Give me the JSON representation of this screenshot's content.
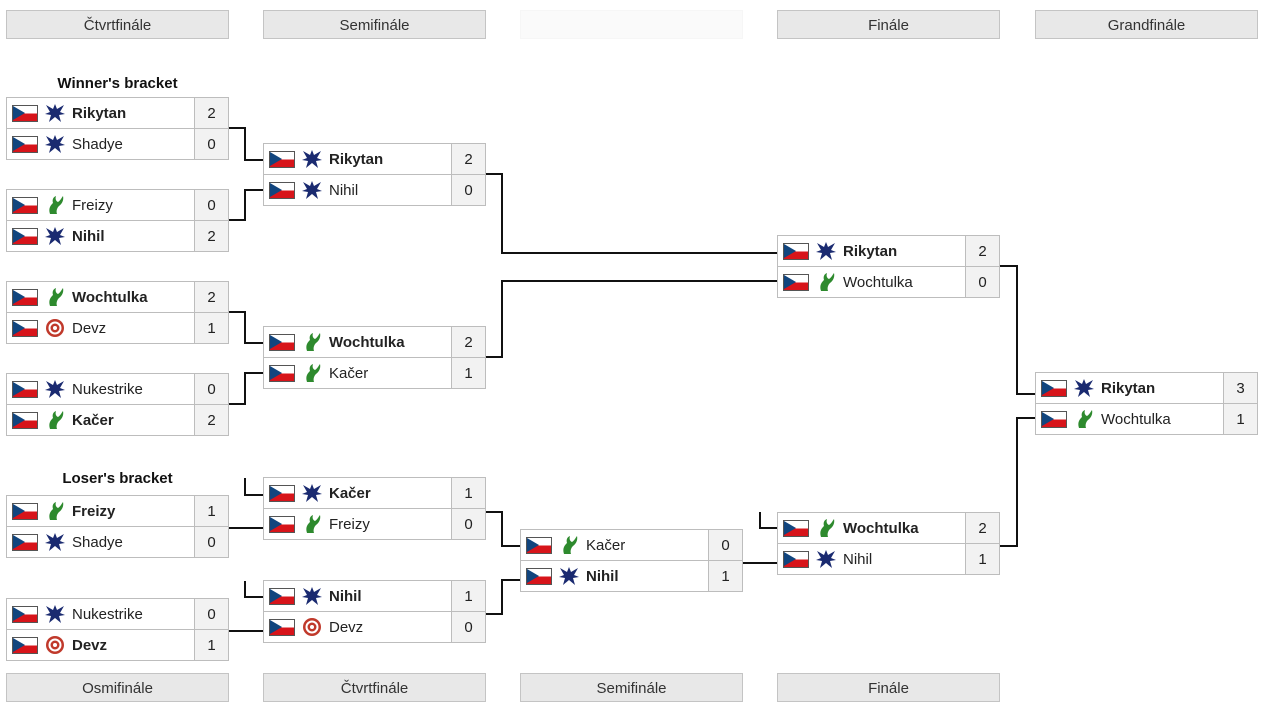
{
  "headers_top": [
    "Čtvrtfinále",
    "Semifinále",
    "",
    "Finále",
    "Grandfinále"
  ],
  "headers_bottom": [
    "Osmifinále",
    "Čtvrtfinále",
    "Semifinále",
    "Finále"
  ],
  "labels": {
    "winners": "Winner's bracket",
    "losers": "Loser's bracket"
  },
  "colors": {
    "terran": "#1a2a70",
    "protoss": "#2e8a2e",
    "zerg": "#c0392b"
  },
  "matches": {
    "wb_qf1": [
      {
        "name": "Rikytan",
        "race": "terran",
        "score": "2",
        "win": true
      },
      {
        "name": "Shadye",
        "race": "terran",
        "score": "0",
        "win": false
      }
    ],
    "wb_qf2": [
      {
        "name": "Freizy",
        "race": "protoss",
        "score": "0",
        "win": false
      },
      {
        "name": "Nihil",
        "race": "terran",
        "score": "2",
        "win": true
      }
    ],
    "wb_qf3": [
      {
        "name": "Wochtulka",
        "race": "protoss",
        "score": "2",
        "win": true
      },
      {
        "name": "Devz",
        "race": "zerg",
        "score": "1",
        "win": false
      }
    ],
    "wb_qf4": [
      {
        "name": "Nukestrike",
        "race": "terran",
        "score": "0",
        "win": false
      },
      {
        "name": "Kačer",
        "race": "protoss",
        "score": "2",
        "win": true
      }
    ],
    "wb_sf1": [
      {
        "name": "Rikytan",
        "race": "terran",
        "score": "2",
        "win": true
      },
      {
        "name": "Nihil",
        "race": "terran",
        "score": "0",
        "win": false
      }
    ],
    "wb_sf2": [
      {
        "name": "Wochtulka",
        "race": "protoss",
        "score": "2",
        "win": true
      },
      {
        "name": "Kačer",
        "race": "protoss",
        "score": "1",
        "win": false
      }
    ],
    "wb_final": [
      {
        "name": "Rikytan",
        "race": "terran",
        "score": "2",
        "win": true
      },
      {
        "name": "Wochtulka",
        "race": "protoss",
        "score": "0",
        "win": false
      }
    ],
    "grand_final": [
      {
        "name": "Rikytan",
        "race": "terran",
        "score": "3",
        "win": true
      },
      {
        "name": "Wochtulka",
        "race": "protoss",
        "score": "1",
        "win": false
      }
    ],
    "lb_r1a": [
      {
        "name": "Freizy",
        "race": "protoss",
        "score": "1",
        "win": true
      },
      {
        "name": "Shadye",
        "race": "terran",
        "score": "0",
        "win": false
      }
    ],
    "lb_r1b": [
      {
        "name": "Nukestrike",
        "race": "terran",
        "score": "0",
        "win": false
      },
      {
        "name": "Devz",
        "race": "zerg",
        "score": "1",
        "win": true
      }
    ],
    "lb_qf1": [
      {
        "name": "Kačer",
        "race": "terran",
        "score": "1",
        "win": true
      },
      {
        "name": "Freizy",
        "race": "protoss",
        "score": "0",
        "win": false
      }
    ],
    "lb_qf2": [
      {
        "name": "Nihil",
        "race": "terran",
        "score": "1",
        "win": true
      },
      {
        "name": "Devz",
        "race": "zerg",
        "score": "0",
        "win": false
      }
    ],
    "lb_sf": [
      {
        "name": "Kačer",
        "race": "protoss",
        "score": "0",
        "win": false
      },
      {
        "name": "Nihil",
        "race": "terran",
        "score": "1",
        "win": true
      }
    ],
    "lb_final": [
      {
        "name": "Wochtulka",
        "race": "protoss",
        "score": "2",
        "win": true
      },
      {
        "name": "Nihil",
        "race": "terran",
        "score": "1",
        "win": false
      }
    ]
  }
}
